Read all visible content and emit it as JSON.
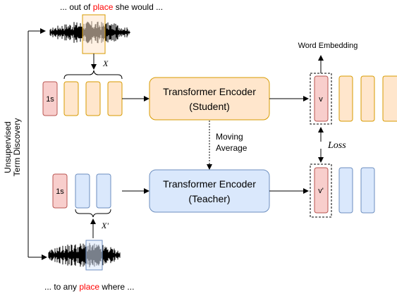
{
  "top_caption": {
    "pre": "... out of ",
    "word": "place",
    "post": " she would ..."
  },
  "bottom_caption": {
    "pre": "... to any ",
    "word": "place",
    "post": " where ..."
  },
  "side_label": {
    "line1": "Unsupervised",
    "line2": "Term Discovery"
  },
  "x_label": "X",
  "x_prime_label": "X'",
  "student_cls": "1s",
  "teacher_cls": "1s",
  "student_encoder": {
    "line1": "Transformer Encoder",
    "line2": "(Student)"
  },
  "teacher_encoder": {
    "line1": "Transformer Encoder",
    "line2": "(Teacher)"
  },
  "moving_average": {
    "line1": "Moving",
    "line2": "Average"
  },
  "word_embedding": "Word Embedding",
  "student_output": "v",
  "teacher_output": "v'",
  "loss": "Loss",
  "colors": {
    "highlight": "#ff0000",
    "orange_fill": "#ffe6cc",
    "orange_stroke": "#d79b00",
    "blue_fill": "#dae8fc",
    "blue_stroke": "#6c8ebf",
    "red_fill": "#f8cecc",
    "red_stroke": "#b85450"
  }
}
